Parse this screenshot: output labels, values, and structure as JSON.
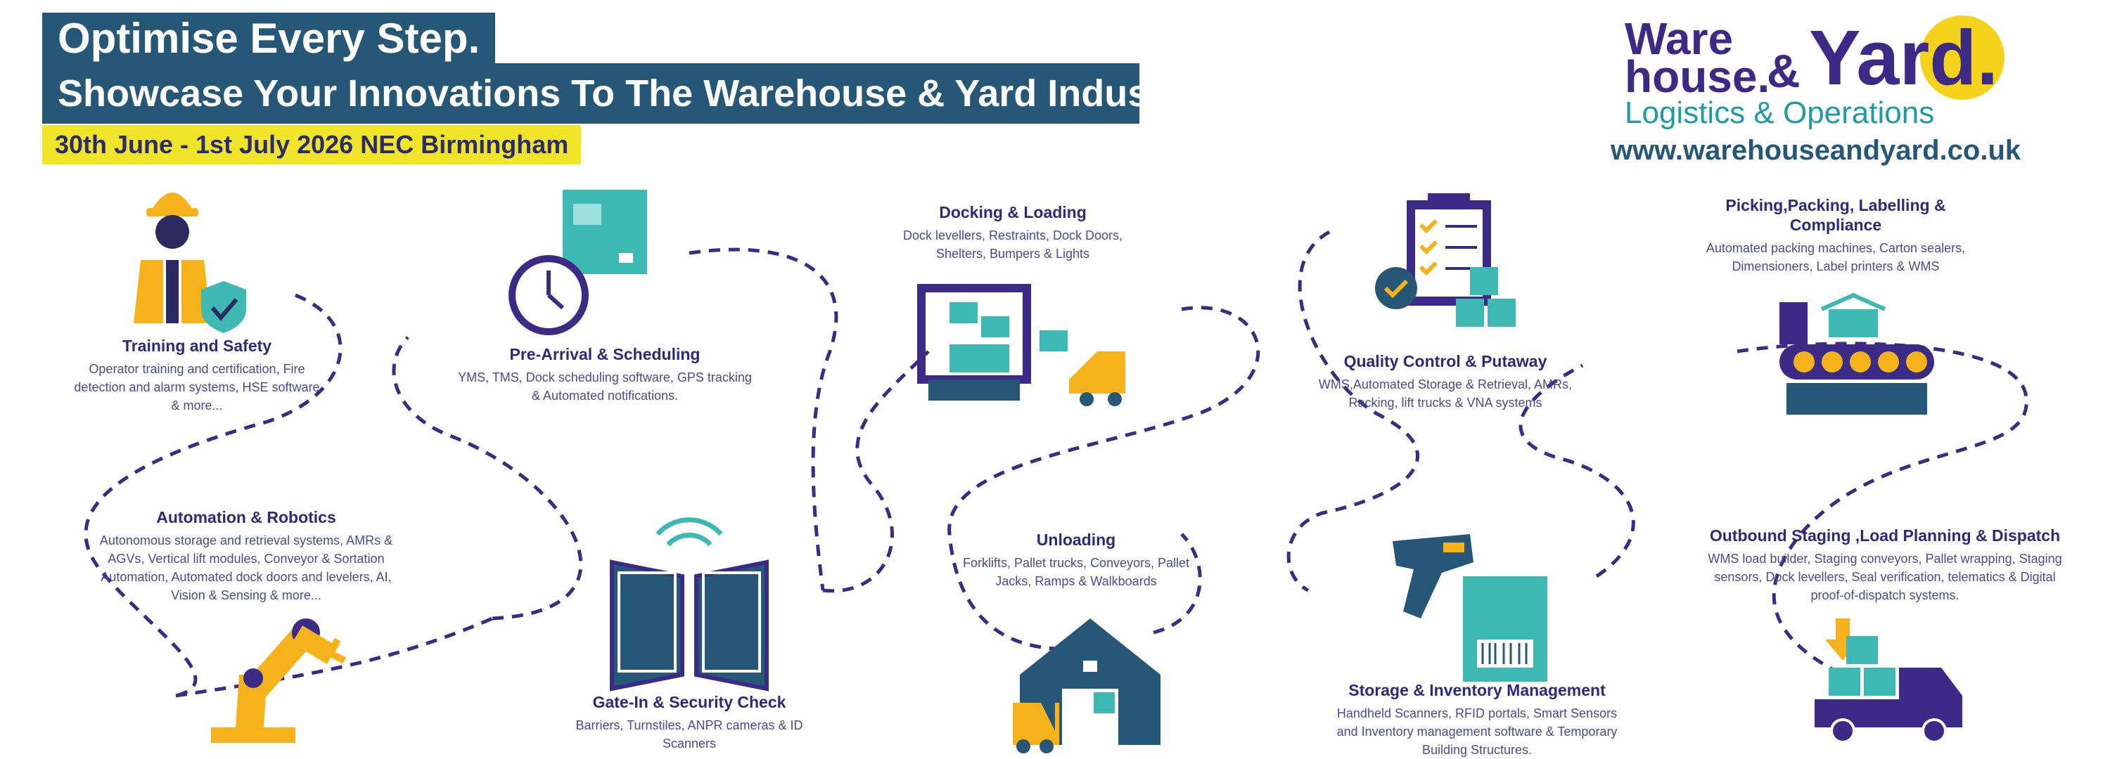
{
  "header": {
    "title": "Optimise Every Step.",
    "subtitle": "Showcase Your Innovations To The Warehouse & Yard Industry",
    "dates": "30th June - 1st July 2026 NEC Birmingham"
  },
  "logo": {
    "line1": "Ware",
    "line2": "house.",
    "amp": "&",
    "yard": "Yard.",
    "tagline": "Logistics & Operations",
    "url": "www.warehouseandyard.co.uk"
  },
  "steps": [
    {
      "id": "training",
      "title": "Training and Safety",
      "desc": "Operator training and certification, Fire detection and alarm systems, HSE software & more...",
      "icon": "worker-safety-icon"
    },
    {
      "id": "prearrival",
      "title": "Pre-Arrival & Scheduling",
      "desc": "YMS, TMS, Dock scheduling software, GPS tracking & Automated notifications.",
      "icon": "clock-box-icon"
    },
    {
      "id": "docking",
      "title": "Docking & Loading",
      "desc": "Dock levellers, Restraints, Dock Doors, Shelters, Bumpers & Lights",
      "icon": "truck-forklift-icon"
    },
    {
      "id": "quality",
      "title": "Quality Control & Putaway",
      "desc": "WMS,Automated Storage & Retrieval, AMRs, Racking, lift trucks & VNA systems",
      "icon": "checklist-icon"
    },
    {
      "id": "picking",
      "title": "Picking,Packing, Labelling & Compliance",
      "desc": "Automated packing machines, Carton sealers, Dimensioners, Label printers & WMS",
      "icon": "conveyor-box-icon"
    },
    {
      "id": "automation",
      "title": "Automation & Robotics",
      "desc": "Autonomous storage and retrieval systems, AMRs & AGVs, Vertical lift modules, Conveyor & Sortation Automation, Automated dock doors and levelers, AI, Vision & Sensing & more...",
      "icon": "robot-arm-icon"
    },
    {
      "id": "gatein",
      "title": "Gate-In & Security Check",
      "desc": "Barriers, Turnstiles, ANPR cameras & ID Scanners",
      "icon": "gate-wifi-icon"
    },
    {
      "id": "unloading",
      "title": "Unloading",
      "desc": "Forklifts, Pallet trucks, Conveyors, Pallet Jacks, Ramps & Walkboards",
      "icon": "warehouse-forklift-icon"
    },
    {
      "id": "storage",
      "title": "Storage & Inventory Management",
      "desc": "Handheld Scanners, RFID portals, Smart Sensors and Inventory management software & Temporary Building Structures.",
      "icon": "scanner-box-icon"
    },
    {
      "id": "outbound",
      "title": "Outbound Staging ,Load Planning & Dispatch",
      "desc": "WMS load builder, Staging conveyors, Pallet wrapping, Staging sensors, Dock levellers, Seal verification, telematics & Digital proof-of-dispatch systems.",
      "icon": "delivery-truck-icon"
    }
  ],
  "colors": {
    "navy": "#275777",
    "purple": "#3b2a86",
    "teal": "#1f9ba6",
    "yellow": "#f1e52a",
    "amber": "#f5b21b",
    "tealIcon": "#3db8b3"
  }
}
